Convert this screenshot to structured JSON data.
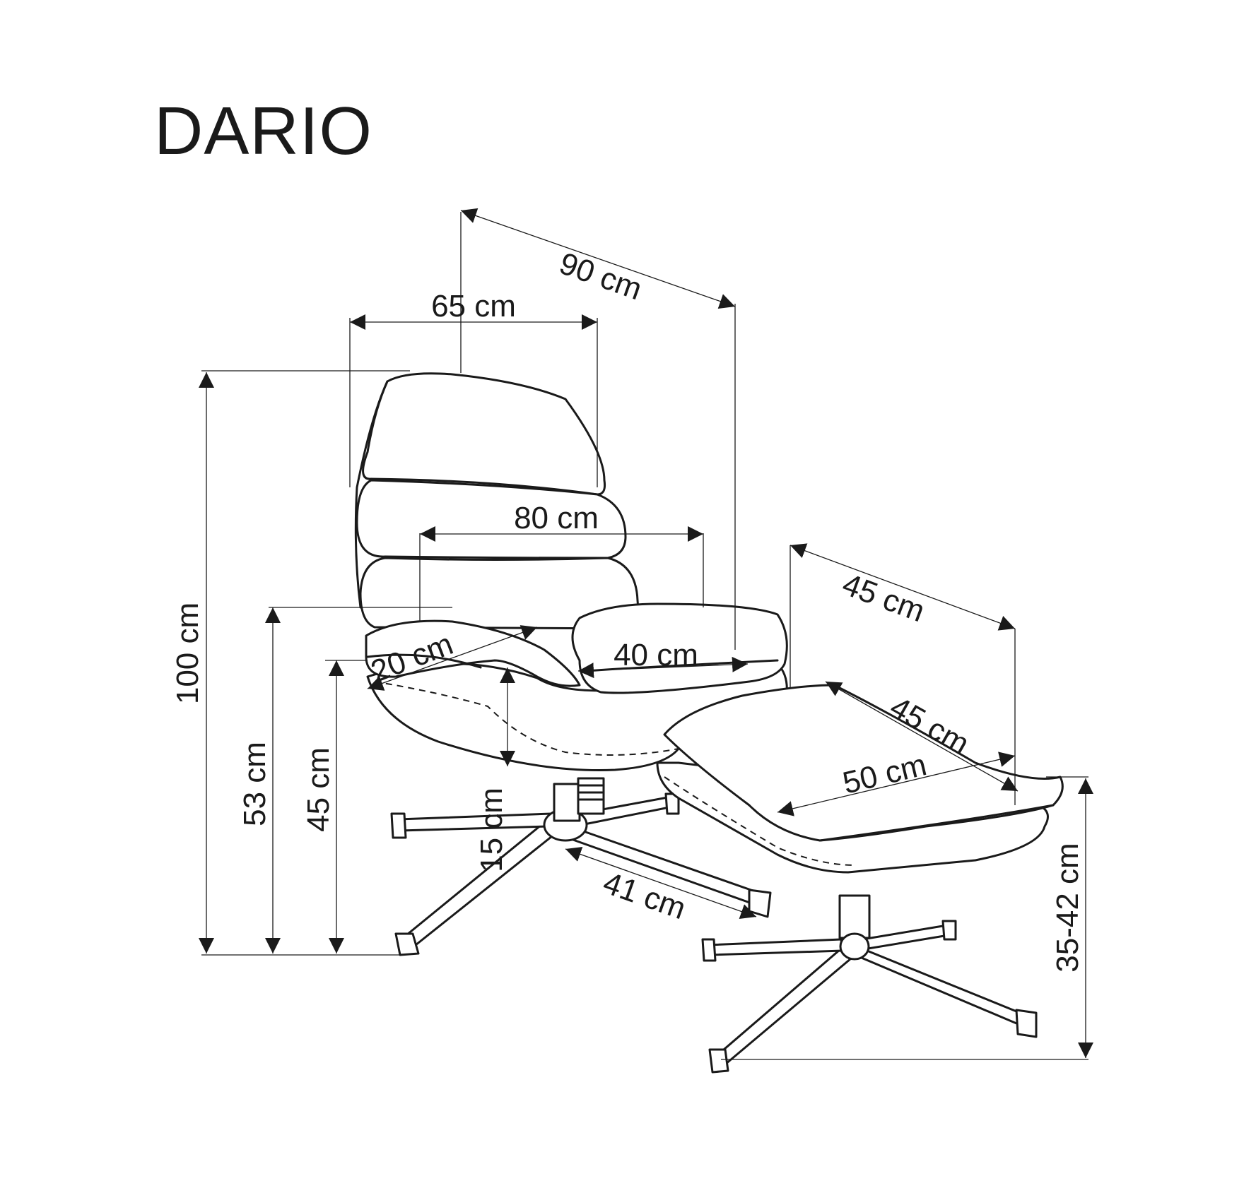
{
  "title": "DARIO",
  "dimensions": {
    "total_depth": "90 cm",
    "total_width": "65 cm",
    "total_height": "100 cm",
    "armrest_height": "53 cm",
    "seat_height": "45 cm",
    "seat_thickness": "15 cm",
    "backrest_height": "80 cm",
    "seat_width": "40 cm",
    "armrest_width": "20 cm",
    "base_radius": "41 cm",
    "footrest_depth_outer": "45 cm",
    "footrest_depth_top": "45 cm",
    "footrest_width": "50 cm",
    "footrest_height": "35-42 cm"
  }
}
